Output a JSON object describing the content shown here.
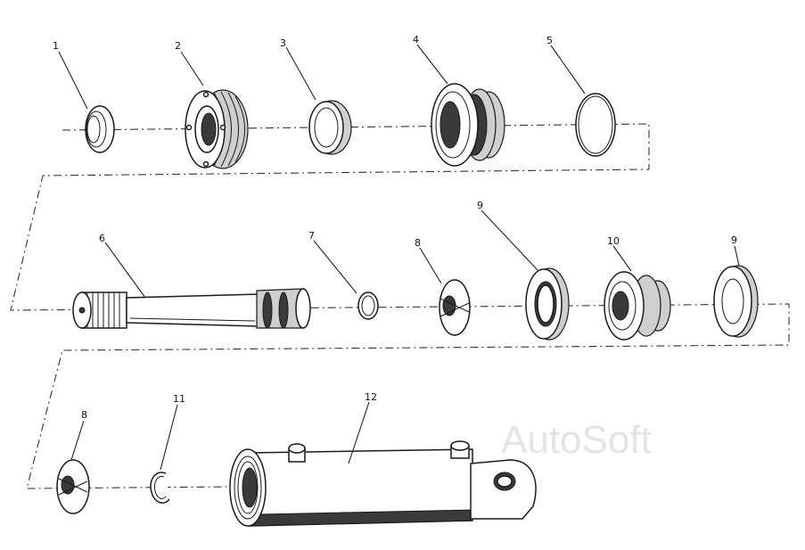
{
  "callouts": {
    "c1": "1",
    "c2": "2",
    "c3": "3",
    "c4": "4",
    "c5": "5",
    "c6": "6",
    "c7": "7",
    "c8a": "8",
    "c9a": "9",
    "c10": "10",
    "c9b": "9",
    "c8b": "8",
    "c11": "11",
    "c12": "12"
  },
  "watermark": "AutoSoft"
}
